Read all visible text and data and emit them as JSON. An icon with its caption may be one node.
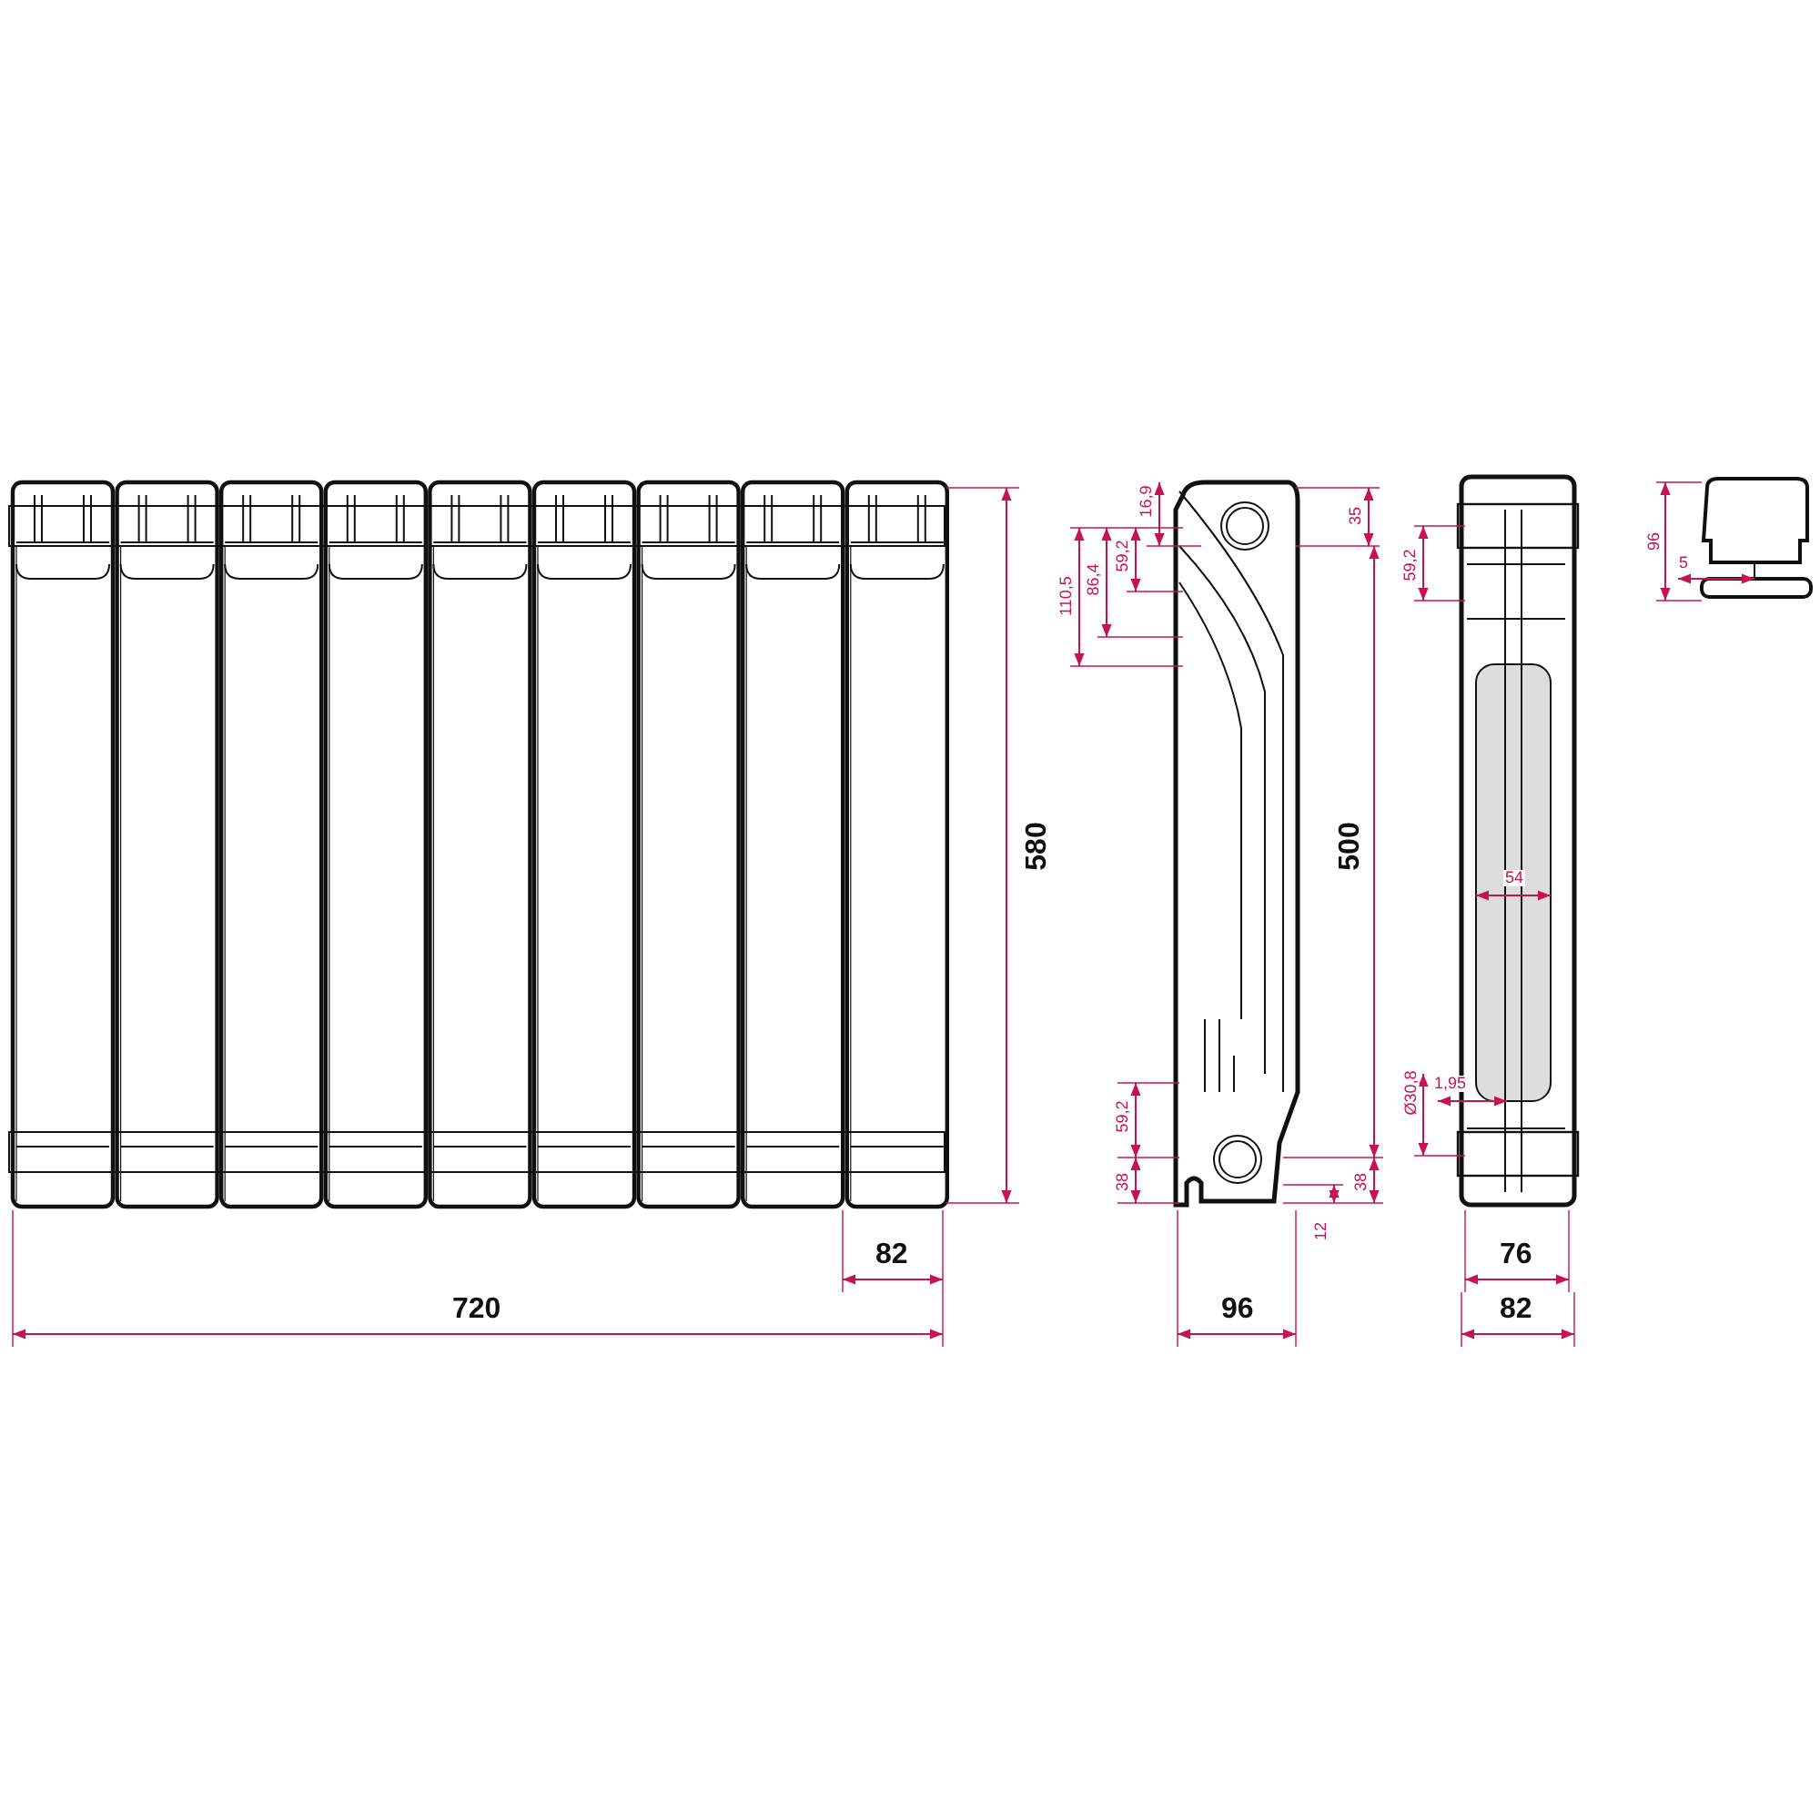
{
  "diagram": {
    "labels": [
      "580",
      "82",
      "720",
      "16,9",
      "35",
      "110,5",
      "86,4",
      "59,2",
      "500",
      "59,2",
      "38",
      "38",
      "12",
      "96",
      "59,2",
      "54",
      "Ø30,8",
      "1,95",
      "76",
      "82",
      "96",
      "5"
    ]
  }
}
